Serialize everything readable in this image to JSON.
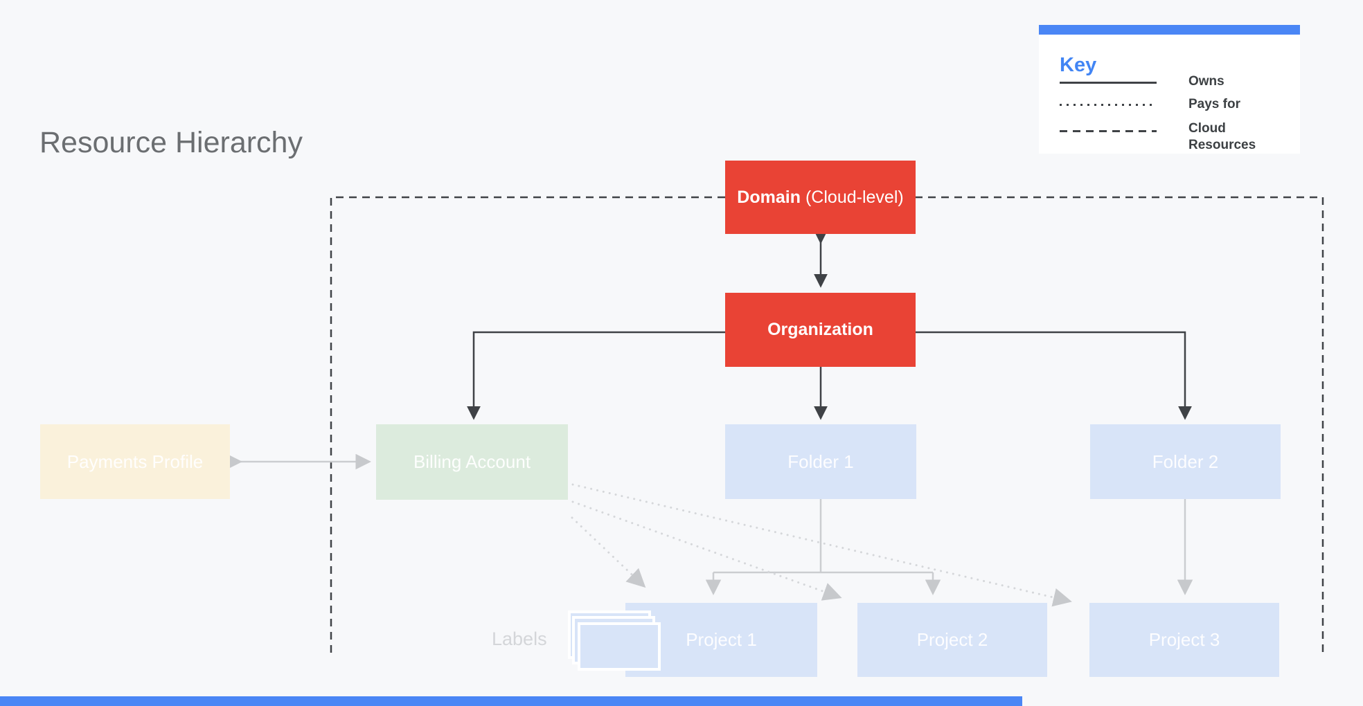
{
  "title": "Resource Hierarchy",
  "key": {
    "heading": "Key",
    "items": [
      {
        "line_style": "solid",
        "label": "Owns"
      },
      {
        "line_style": "dotted",
        "label": "Pays for"
      },
      {
        "line_style": "dashed",
        "label": "Cloud Resources"
      }
    ]
  },
  "nodes": {
    "domain_bold": "Domain",
    "domain_rest": "(Cloud-level)",
    "organization": "Organization",
    "payments_profile": "Payments Profile",
    "billing_account": "Billing Account",
    "folder_1": "Folder 1",
    "folder_2": "Folder 2",
    "project_1": "Project 1",
    "project_2": "Project 2",
    "project_3": "Project 3"
  },
  "labels_caption": "Labels",
  "colors": {
    "background": "#F7F8FA",
    "node_red": "#E94335",
    "node_light_blue": "#D8E4F8",
    "node_light_green": "#DCEBDD",
    "node_cream": "#FAF1DB",
    "accent_blue": "#4A86F5",
    "key_heading_blue": "#4285F4",
    "dark_connector": "#3F4246",
    "gray_connector": "#CBCDD0",
    "title_gray": "#6B6E71"
  }
}
